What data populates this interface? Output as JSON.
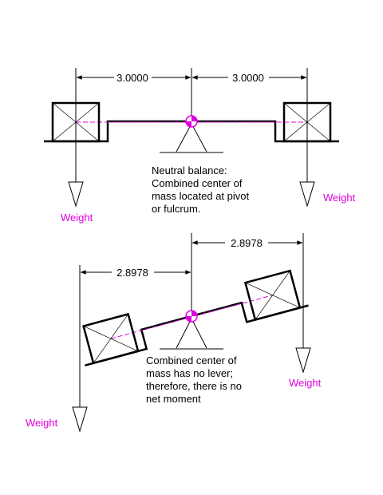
{
  "colors": {
    "line": "#000000",
    "accent": "#e000e0",
    "background": "#ffffff"
  },
  "top": {
    "dim_left": "3.0000",
    "dim_right": "3.0000",
    "note_lines": [
      "Neutral balance:",
      "Combined center of",
      "mass located at pivot",
      "or fulcrum."
    ],
    "weight_left": "Weight",
    "weight_right": "Weight"
  },
  "bottom": {
    "dim_left": "2.8978",
    "dim_right": "2.8978",
    "note_lines": [
      "Combined center of",
      "mass has no lever;",
      "therefore, there is no",
      "net moment"
    ],
    "weight_left": "Weight",
    "weight_right": "Weight"
  }
}
